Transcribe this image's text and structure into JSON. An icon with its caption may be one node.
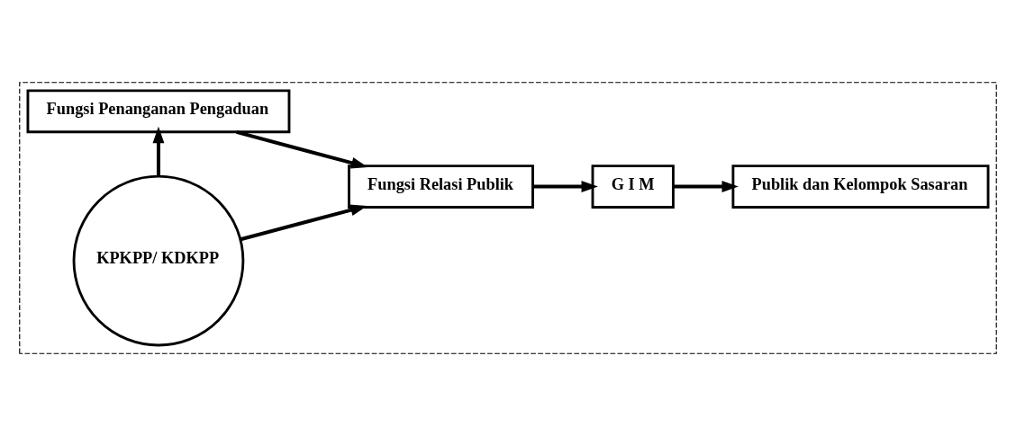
{
  "diagram": {
    "nodes": [
      {
        "text": [],
        "shape": "box"
      },
      {
        "text": [
          "Fungsi Relasi Publik"
        ],
        "in": 0
      },
      {
        "text": [
          "G I M"
        ],
        "in": 0
      },
      {
        "text": [
          "Publik dan Kelompok Sasaran"
        ],
        "in": 0
      },
      {
        "text": [
          "Fungsi Penanganan Pengaduan"
        ],
        "in": 0
      },
      {
        "text": [
          "KPKPP/ KDKPP"
        ],
        "in": 0
      }
    ],
    "edges": [
      {
        "from": 4,
        "to": 1,
        "arrow": "to"
      },
      {
        "from": 5,
        "to": 1,
        "arrow": "to"
      },
      {
        "from": 1,
        "to": 2,
        "arrow": "to"
      },
      {
        "from": 2,
        "to": 3,
        "arrow": "to"
      },
      {
        "from": 5,
        "to": 4,
        "arrow": "to"
      }
    ]
  }
}
